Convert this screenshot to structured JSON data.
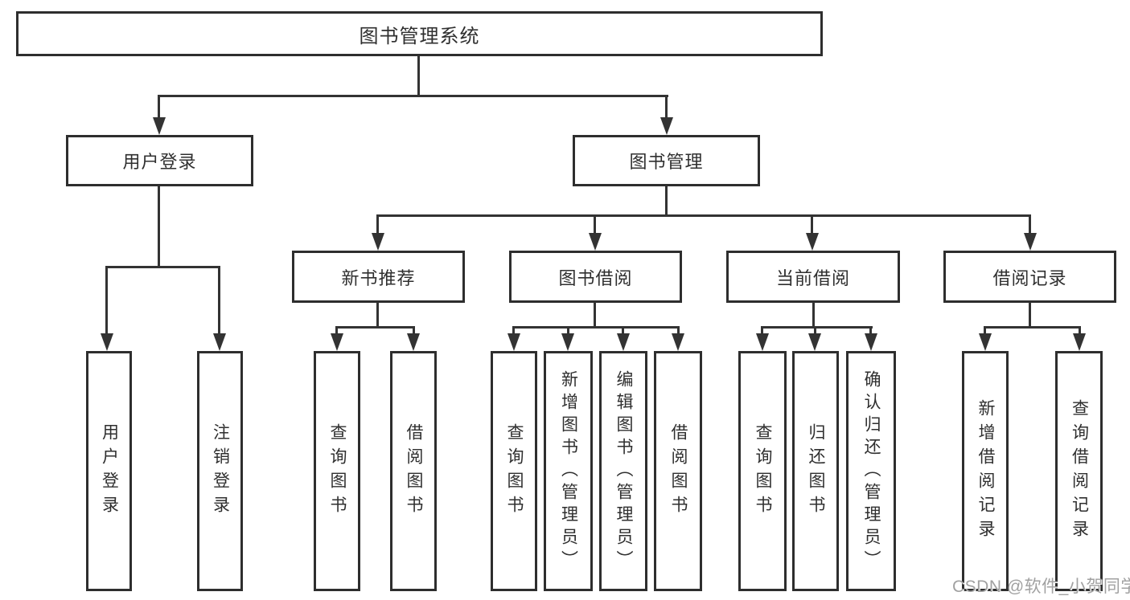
{
  "diagram": {
    "title": "图书管理系统",
    "nodes": {
      "root": {
        "label": "图书管理系统"
      },
      "userLogin": {
        "label": "用户登录"
      },
      "bookManagement": {
        "label": "图书管理"
      },
      "newBookRecommend": {
        "label": "新书推荐"
      },
      "bookBorrow": {
        "label": "图书借阅"
      },
      "currentBorrow": {
        "label": "当前借阅"
      },
      "borrowRecords": {
        "label": "借阅记录"
      },
      "leafUserLogin": {
        "label": "用户登录"
      },
      "leafLogoutLogin": {
        "label": "注销登录"
      },
      "leafQueryBooks1": {
        "label": "查询图书"
      },
      "leafBorrowBooks1": {
        "label": "借阅图书"
      },
      "leafQueryBooks2": {
        "label": "查询图书"
      },
      "leafAddBooksAdmin": {
        "label": "新增图书（管理员）"
      },
      "leafEditBooksAdmin": {
        "label": "编辑图书（管理员）"
      },
      "leafBorrowBooks2": {
        "label": "借阅图书"
      },
      "leafQueryBooks3": {
        "label": "查询图书"
      },
      "leafReturnBooks": {
        "label": "归还图书"
      },
      "leafConfirmReturnAdmin": {
        "label": "确认归还（管理员）"
      },
      "leafAddBorrowRecord": {
        "label": "新增借阅记录"
      },
      "leafQueryBorrowRecord": {
        "label": "查询借阅记录"
      }
    },
    "colors": {
      "line": "#333333",
      "box_border": "#2e2e2e",
      "text": "#2f2f2f",
      "watermark": "#a1a1a1",
      "background": "#ffffff"
    }
  },
  "watermark": {
    "text": "CSDN @软件_小贺同学"
  }
}
